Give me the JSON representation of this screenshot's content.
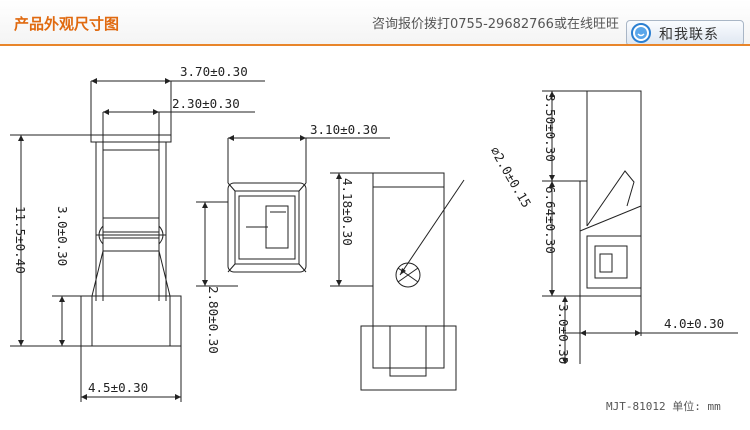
{
  "header": {
    "title": "产品外观尺寸图",
    "contact": "咨询报价拨打0755-29682766或在线旺旺",
    "chat_button_label": "和我联系"
  },
  "dimensions": {
    "front_top_width": "3.70±0.30",
    "front_inner_width": "2.30±0.30",
    "front_total_height": "11.5±0.40",
    "front_lower_height": "3.0±0.30",
    "front_bottom_width": "4.5±0.30",
    "small_width": "3.10±0.30",
    "small_height": "2.80±0.30",
    "mid_height": "4.18±0.30",
    "hole_diameter": "∅2.0±0.15",
    "side_top_height": "3.50±0.30",
    "side_mid_height": "6.64±0.30",
    "side_bottom_height": "3.0±0.30",
    "side_depth": "4.0±0.30"
  },
  "footer": {
    "model_and_unit": "MJT-81012 单位: mm"
  },
  "colors": {
    "accent": "#e06a10",
    "header_line": "#e8852a",
    "drawing_line": "#222222"
  }
}
